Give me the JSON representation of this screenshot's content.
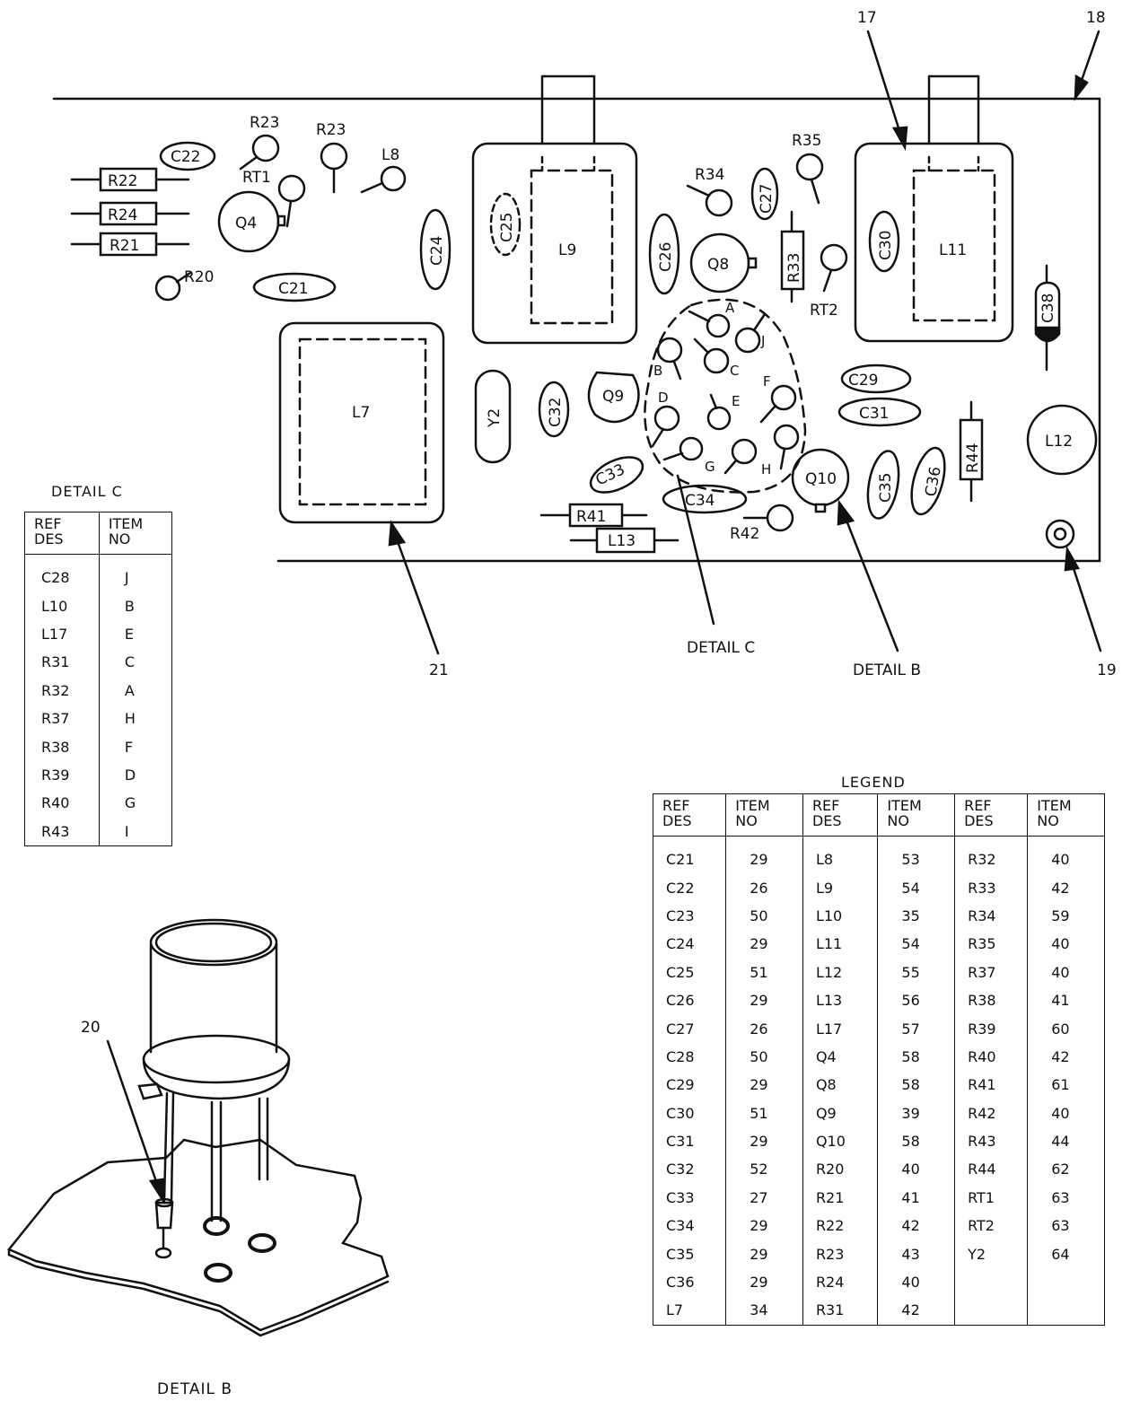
{
  "callouts": {
    "n17": "17",
    "n18": "18",
    "n19": "19",
    "n20": "20",
    "n21": "21",
    "detail_c": "DETAIL C",
    "detail_b": "DETAIL B"
  },
  "components": {
    "R22": "R22",
    "R24": "R24",
    "R21": "R21",
    "C22": "C22",
    "R23a": "R23",
    "R23b": "R23",
    "RT1": "RT1",
    "Q4": "Q4",
    "L8": "L8",
    "R20": "R20",
    "C21": "C21",
    "C24": "C24",
    "C25": "C25",
    "L9": "L9",
    "L7": "L7",
    "Y2": "Y2",
    "C32": "C32",
    "Q9": "Q9",
    "C33": "C33",
    "C34": "C34",
    "R41": "R41",
    "L13": "L13",
    "C26": "C26",
    "R34": "R34",
    "C27": "C27",
    "Q8": "Q8",
    "R35": "R35",
    "R33": "R33",
    "RT2": "RT2",
    "C30": "C30",
    "L11": "L11",
    "C38": "C38",
    "C29": "C29",
    "C31": "C31",
    "R44": "R44",
    "L12": "L12",
    "C35": "C35",
    "C36": "C36",
    "Q10": "Q10",
    "R42": "R42",
    "A": "A",
    "B": "B",
    "C": "C",
    "D": "D",
    "E": "E",
    "F": "F",
    "G": "G",
    "H": "H",
    "J": "J"
  },
  "detail_c_table": {
    "title": "DETAIL C",
    "headers": [
      "REF\nDES",
      "ITEM\nNO"
    ],
    "rows": [
      [
        "C28",
        "J"
      ],
      [
        "L10",
        "B"
      ],
      [
        "L17",
        "E"
      ],
      [
        "R31",
        "C"
      ],
      [
        "R32",
        "A"
      ],
      [
        "R37",
        "H"
      ],
      [
        "R38",
        "F"
      ],
      [
        "R39",
        "D"
      ],
      [
        "R40",
        "G"
      ],
      [
        "R43",
        "I"
      ]
    ]
  },
  "legend": {
    "title": "LEGEND",
    "headers": [
      "REF\nDES",
      "ITEM\nNO",
      "REF\nDES",
      "ITEM\nNO",
      "REF\nDES",
      "ITEM\nNO"
    ],
    "rows": [
      [
        "C21",
        "29",
        "L8",
        "53",
        "R32",
        "40"
      ],
      [
        "C22",
        "26",
        "L9",
        "54",
        "R33",
        "42"
      ],
      [
        "C23",
        "50",
        "L10",
        "35",
        "R34",
        "59"
      ],
      [
        "C24",
        "29",
        "L11",
        "54",
        "R35",
        "40"
      ],
      [
        "C25",
        "51",
        "L12",
        "55",
        "R37",
        "40"
      ],
      [
        "C26",
        "29",
        "L13",
        "56",
        "R38",
        "41"
      ],
      [
        "C27",
        "26",
        "L17",
        "57",
        "R39",
        "60"
      ],
      [
        "C28",
        "50",
        "Q4",
        "58",
        "R40",
        "42"
      ],
      [
        "C29",
        "29",
        "Q8",
        "58",
        "R41",
        "61"
      ],
      [
        "C30",
        "51",
        "Q9",
        "39",
        "R42",
        "40"
      ],
      [
        "C31",
        "29",
        "Q10",
        "58",
        "R43",
        "44"
      ],
      [
        "C32",
        "52",
        "R20",
        "40",
        "R44",
        "62"
      ],
      [
        "C33",
        "27",
        "R21",
        "41",
        "RT1",
        "63"
      ],
      [
        "C34",
        "29",
        "R22",
        "42",
        "RT2",
        "63"
      ],
      [
        "C35",
        "29",
        "R23",
        "43",
        "Y2",
        "64"
      ],
      [
        "C36",
        "29",
        "R24",
        "40",
        "",
        ""
      ],
      [
        "L7",
        "34",
        "R31",
        "42",
        "",
        ""
      ]
    ]
  }
}
